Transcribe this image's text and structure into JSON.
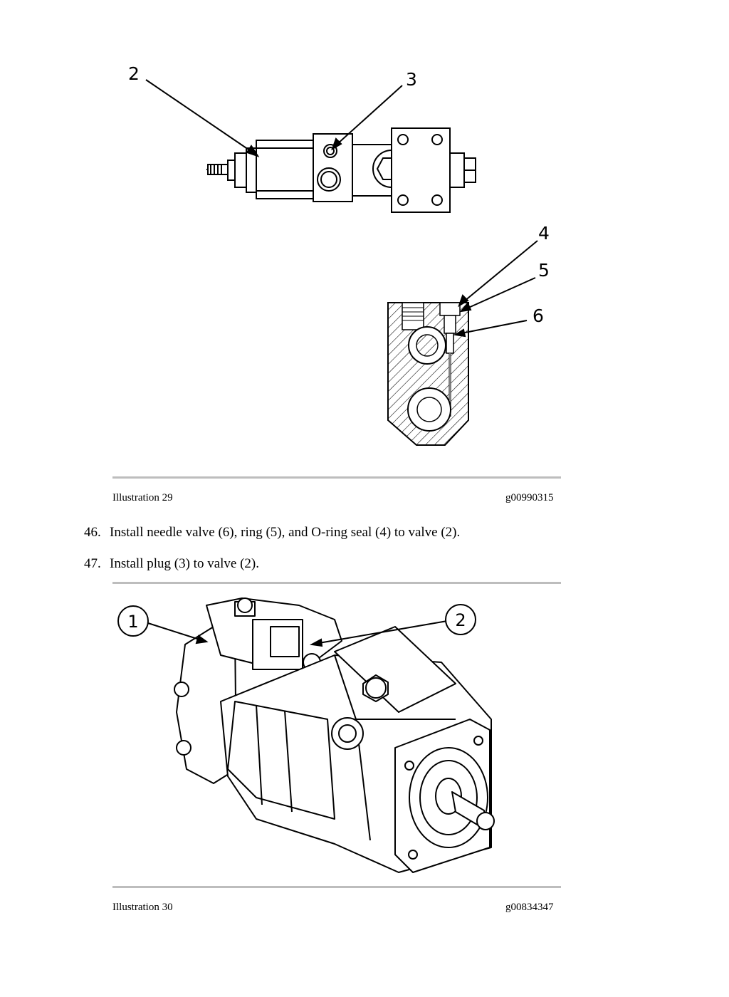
{
  "illustration_29": {
    "callouts": [
      "2",
      "3",
      "4",
      "5",
      "6"
    ],
    "caption_label": "Illustration 29",
    "caption_id": "g00990315"
  },
  "steps": [
    {
      "number": "46.",
      "text": "Install needle valve (6), ring (5), and O-ring seal (4) to valve (2)."
    },
    {
      "number": "47.",
      "text": "Install plug (3) to valve (2)."
    }
  ],
  "illustration_30": {
    "callouts": [
      "1",
      "2"
    ],
    "caption_label": "Illustration 30",
    "caption_id": "g00834347"
  }
}
